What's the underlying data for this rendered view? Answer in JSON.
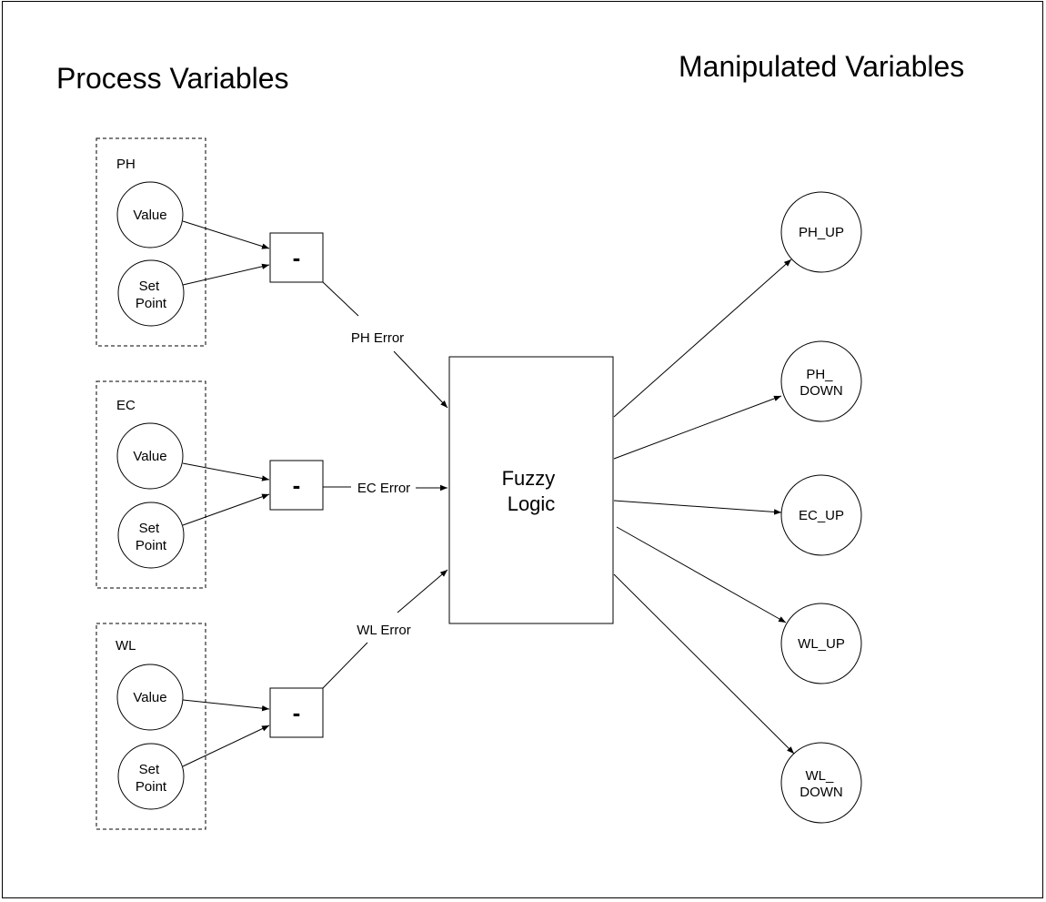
{
  "headings": {
    "left": "Process Variables",
    "right": "Manipulated Variables"
  },
  "groups": {
    "ph": {
      "label": "PH",
      "value": "Value",
      "set_point": [
        "Set",
        "Point"
      ]
    },
    "ec": {
      "label": "EC",
      "value": "Value",
      "set_point": [
        "Set",
        "Point"
      ]
    },
    "wl": {
      "label": "WL",
      "value": "Value",
      "set_point": [
        "Set",
        "Point"
      ]
    }
  },
  "subtractors": {
    "ph": "-",
    "ec": "-",
    "wl": "-"
  },
  "errors": {
    "ph": "PH Error",
    "ec": "EC Error",
    "wl": "WL Error"
  },
  "fuzzy": [
    "Fuzzy",
    "Logic"
  ],
  "outputs": {
    "ph_up": [
      "PH_UP"
    ],
    "ph_down": [
      "PH_",
      "DOWN"
    ],
    "ec_up": [
      "EC_UP"
    ],
    "wl_up": [
      "WL_UP"
    ],
    "wl_down": [
      "WL_",
      "DOWN"
    ]
  }
}
